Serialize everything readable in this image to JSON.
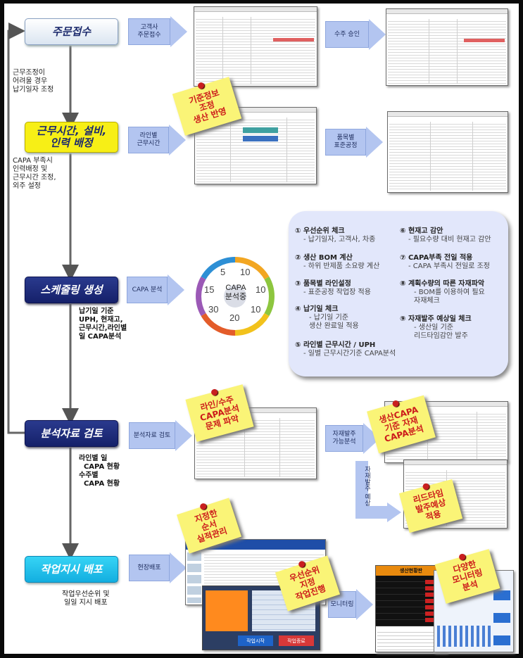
{
  "steps": {
    "order": "주문접수",
    "worktime": "근무시간, 설비,\n인력 배정",
    "schedule": "스케줄링 생성",
    "analysis": "분석자료 검토",
    "dispatch": "작업지시 배포"
  },
  "notes": {
    "adjust": "근무조정이\n어려울 경우\n납기일자 조정",
    "capa_short": "CAPA 부족시\n인력배정 및\n근무시간 조정,\n외주 설정",
    "schedule_desc": "납기일 기준\nUPH, 현재고,\n근무시간,라인별\n일 CAPA분석",
    "analysis_desc": "라인별 일\n  CAPA 현황\n수주별\n  CAPA 현황",
    "dispatch_desc": "작업우선순위 및\n일일 지시 배포"
  },
  "arrows": {
    "customer_order": "고객사\n주문접수",
    "order_approve": "수주 승인",
    "line_worktime": "라인별\n근무시간",
    "item_process": "품목별\n표준공정",
    "capa_analysis": "CAPA 분석",
    "analysis_review": "분석자료 검토",
    "material_order": "자재발주\n가능분석",
    "material_check": "자재발주 예상",
    "field_dispatch": "현장배포",
    "monitoring": "모니터링"
  },
  "stickies": {
    "basic_info": "기준정보\n조정\n생산 반영",
    "line_order": "라인/수주\nCAPA분석\n문제 파악",
    "production_capa": "생산CAPA\n기준 자재\nCAPA분석",
    "leadtime": "리드타임\n발주예상\n적용",
    "designated": "지정한\n순서\n실적관리",
    "priority": "우선순위\n지정\n작업진행",
    "monitoring": "다양한\n모니터링\n분석"
  },
  "gauge": {
    "center_line1": "CAPA",
    "center_line2": "분석중",
    "numbers": [
      "5",
      "10",
      "10",
      "10",
      "20",
      "30",
      "15"
    ]
  },
  "checks": [
    {
      "title": "① 우선순위 체크",
      "desc": "- 납기일자, 고객사, 차종"
    },
    {
      "title": "② 생산 BOM 계산",
      "desc": "- 하위 반제품 소요량 계산"
    },
    {
      "title": "③ 품목별 라인설정",
      "desc": "- 표준공정 작업장 적용"
    },
    {
      "title": "④ 납기일 체크",
      "desc": "- 납기일 기준\n생산 완료일 적용"
    },
    {
      "title": "⑤ 라인별 근무시간 / UPH",
      "desc": "- 일별 근무시간기준 CAPA분석"
    },
    {
      "title": "⑥ 현재고 감안",
      "desc": "- 필요수량 대비 현재고 감안"
    },
    {
      "title": "⑦ CAPA부족 전일 적용",
      "desc": "- CAPA 부족시 전일로 조정"
    },
    {
      "title": "⑧ 계획수량의 따른 자재파악",
      "desc": "- BOM를 이용하여 필요\n자재체크"
    },
    {
      "title": "⑨ 자재발주 예상일 체크",
      "desc": "- 생산일 기준\n리드타임감안 발주"
    }
  ],
  "screens": {
    "monitor_title": "생산현황판",
    "work_button": "작업시작",
    "end_button": "작업종료"
  },
  "colors": {
    "step_dark": "#1a2478",
    "step_yellow": "#f7ef16",
    "step_cyan": "#13aee0",
    "arrow_fill": "#b3c5f0",
    "sticky": "#faf477",
    "sticky_text": "#cc1b1b",
    "check_panel": "#e2e7fb"
  }
}
